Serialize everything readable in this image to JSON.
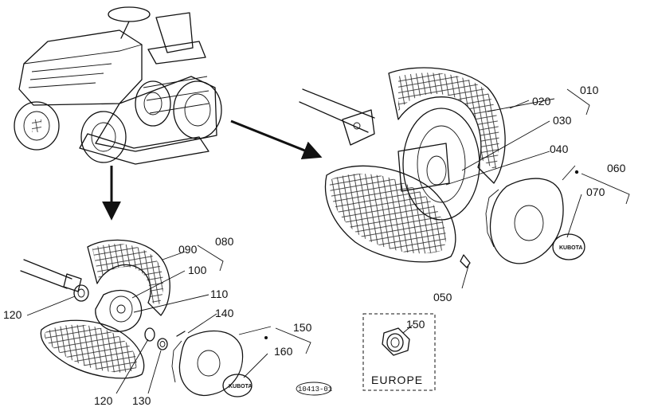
{
  "labels": {
    "l010": "010",
    "l020": "020",
    "l030": "030",
    "l040": "040",
    "l050": "050",
    "l060": "060",
    "l070": "070",
    "l080": "080",
    "l090": "090",
    "l100": "100",
    "l110": "110",
    "l120": "120",
    "l130": "130",
    "l140": "140",
    "l150": "150",
    "l160": "160"
  },
  "inset": {
    "caption": "EUROPE"
  },
  "diagram": {
    "code": "10413-01"
  },
  "emblem": {
    "logo_text": "KUBOTA"
  }
}
